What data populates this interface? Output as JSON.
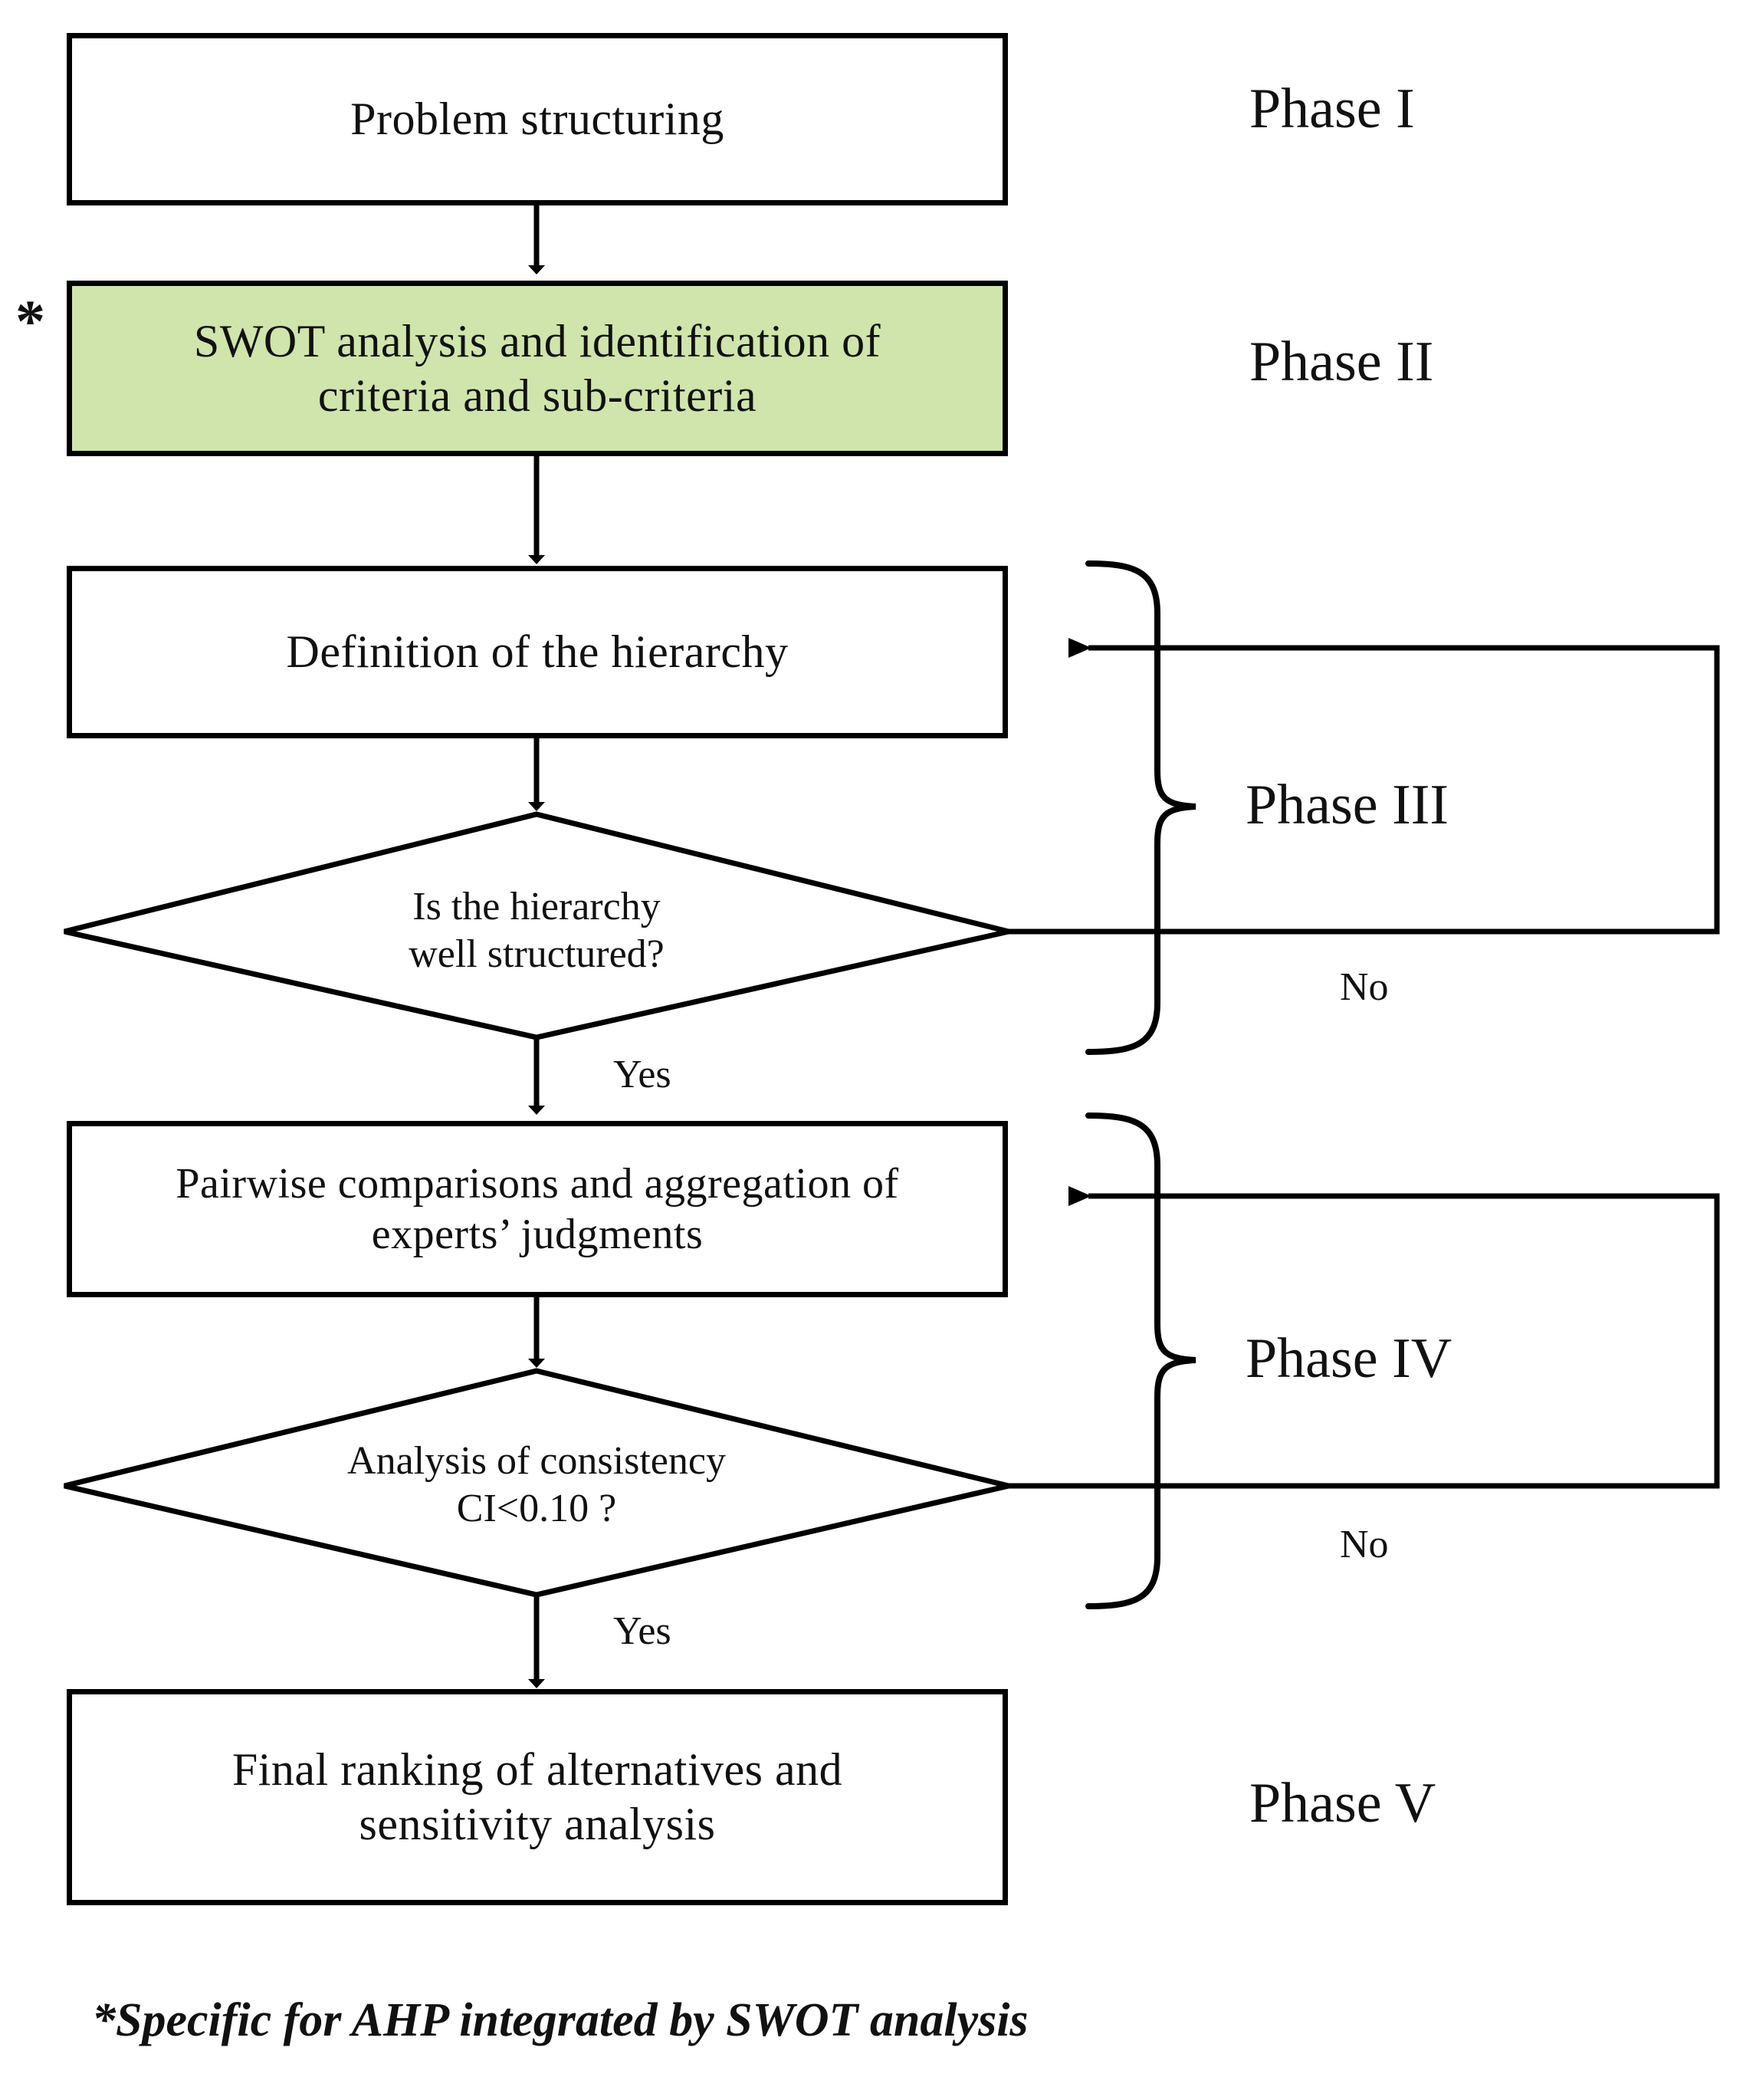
{
  "diagram": {
    "title": "AHP methodology flowchart",
    "footnote": "*Specific for AHP integrated by SWOT analysis",
    "asterisk_mark": "*",
    "colors": {
      "highlight_fill": "#cfe5ab",
      "stroke": "#000000",
      "background": "#ffffff",
      "text": "#111111"
    },
    "nodes": [
      {
        "id": "problem-structuring",
        "shape": "process",
        "label": "Problem structuring",
        "highlighted": false
      },
      {
        "id": "swot-analysis",
        "shape": "process",
        "label": "SWOT analysis and identification of\ncriteria and sub-criteria",
        "highlighted": true,
        "marked_with_asterisk": true
      },
      {
        "id": "definition-hierarchy",
        "shape": "process",
        "label": "Definition of the hierarchy",
        "highlighted": false
      },
      {
        "id": "hierarchy-decision",
        "shape": "decision",
        "label": "Is the hierarchy\nwell structured?",
        "highlighted": false
      },
      {
        "id": "pairwise-comparisons",
        "shape": "process",
        "label": "Pairwise comparisons and aggregation of\nexperts’ judgments",
        "highlighted": false
      },
      {
        "id": "consistency-decision",
        "shape": "decision",
        "label": "Analysis of consistency\nCI<0.10 ?",
        "highlighted": false
      },
      {
        "id": "final-ranking",
        "shape": "process",
        "label": "Final ranking of alternatives and\nsensitivity analysis",
        "highlighted": false
      }
    ],
    "edge_labels": [
      {
        "id": "hierarchy-yes",
        "text": "Yes"
      },
      {
        "id": "hierarchy-no",
        "text": "No"
      },
      {
        "id": "consistency-yes",
        "text": "Yes"
      },
      {
        "id": "consistency-no",
        "text": "No"
      }
    ],
    "phases": [
      {
        "id": "phase-1",
        "label": "Phase I",
        "braced": false
      },
      {
        "id": "phase-2",
        "label": "Phase II",
        "braced": false
      },
      {
        "id": "phase-3",
        "label": "Phase III",
        "braced": true
      },
      {
        "id": "phase-4",
        "label": "Phase IV",
        "braced": true
      },
      {
        "id": "phase-5",
        "label": "Phase V",
        "braced": false
      }
    ]
  }
}
